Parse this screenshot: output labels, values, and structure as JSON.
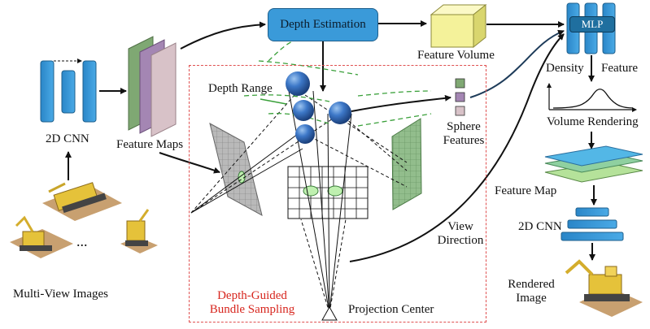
{
  "labels": {
    "depth_estimation": "Depth Estimation",
    "feature_volume": "Feature Volume",
    "mlp": "MLP",
    "density": "Density",
    "feature": "Feature",
    "volume_rendering": "Volume Rendering",
    "feature_map": "Feature Map",
    "cnn_right": "2D CNN",
    "rendered_image_1": "Rendered",
    "rendered_image_2": "Image",
    "cnn_left": "2D CNN",
    "feature_maps": "Feature Maps",
    "multi_view_images": "Multi-View Images",
    "ellipsis": "...",
    "depth_range": "Depth Range",
    "sphere_features_1": "Sphere",
    "sphere_features_2": "Features",
    "view_direction_1": "View",
    "view_direction_2": "Direction",
    "projection_center": "Projection Center",
    "bundle_sampling_1": "Depth-Guided",
    "bundle_sampling_2": "Bundle Sampling"
  },
  "colors": {
    "blue_box": "#3a9ad9",
    "dark_blue": "#1f6f9f",
    "feature_volume_yellow": "#f4f29a",
    "map_green": "#8fb57a",
    "map_purple": "#a889b4",
    "map_pink": "#d8c2c8",
    "plane_gray": "#b7b7b7",
    "plane_green": "#8fbc88",
    "sphere_blue": "#3d78c8",
    "dashed_red": "#e05050",
    "green_dash": "#3aa03a",
    "feature_map_blue": "#53b7e6",
    "feature_map_green": "#b5e29a"
  },
  "icons": [
    "mlp-network-icon",
    "density-curve-icon",
    "excavator-image-icon"
  ]
}
